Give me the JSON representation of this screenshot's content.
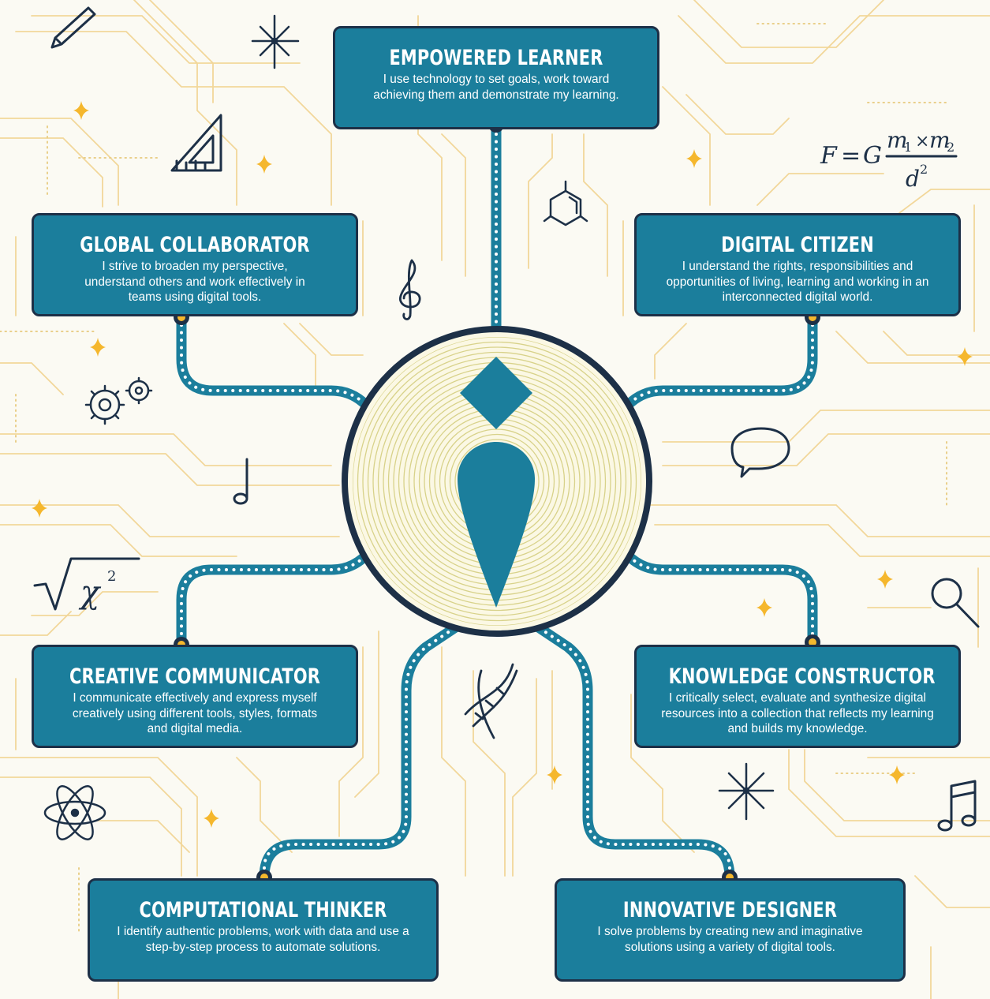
{
  "colors": {
    "accent": "#1b7e9c",
    "outline": "#1d3047",
    "circuit": "#f2d79a",
    "spark": "#f5b72d",
    "background": "#fbfaf3"
  },
  "center": {
    "icon_name": "information-person-icon"
  },
  "cards": [
    {
      "id": "empowered-learner",
      "title": "EMPOWERED LEARNER",
      "description": "I use technology to set goals, work toward achieving them and demonstrate my learning."
    },
    {
      "id": "global-collaborator",
      "title": "GLOBAL COLLABORATOR",
      "description": "I strive to broaden my perspective, understand others and work effectively in teams using digital tools."
    },
    {
      "id": "digital-citizen",
      "title": "DIGITAL CITIZEN",
      "description": "I understand the rights, responsibilities and opportunities of living, learning and working in an interconnected digital world."
    },
    {
      "id": "creative-communicator",
      "title": "CREATIVE COMMUNICATOR",
      "description": "I communicate effectively and express myself creatively using different tools, styles, formats and digital media."
    },
    {
      "id": "knowledge-constructor",
      "title": "KNOWLEDGE CONSTRUCTOR",
      "description": "I critically select, evaluate and synthesize digital resources into a collection that reflects my learning and builds my knowledge."
    },
    {
      "id": "computational-thinker",
      "title": "COMPUTATIONAL THINKER",
      "description": "I identify authentic problems, work with data and use a step-by-step process to automate solutions."
    },
    {
      "id": "innovative-designer",
      "title": "INNOVATIVE DESIGNER",
      "description": "I solve problems by creating new and imaginative solutions using a variety of digital tools."
    }
  ],
  "decor": {
    "formula_F": "F",
    "formula_eq": "=",
    "formula_G": "G",
    "formula_m1": "m",
    "formula_m1_sub": "1",
    "formula_times": "×",
    "formula_m2": "m",
    "formula_m2_sub": "2",
    "formula_d": "d",
    "formula_d_sup": "2",
    "chi": "χ",
    "chi_sup": "2",
    "icons": [
      "pencil-icon",
      "set-square-icon",
      "benzene-icon",
      "treble-clef-icon",
      "gears-icon",
      "music-note-icon",
      "square-root-icon",
      "atom-icon",
      "dna-icon",
      "speech-bubble-icon",
      "magnifier-icon",
      "double-note-icon",
      "sparkle-icon",
      "star-icon"
    ]
  }
}
